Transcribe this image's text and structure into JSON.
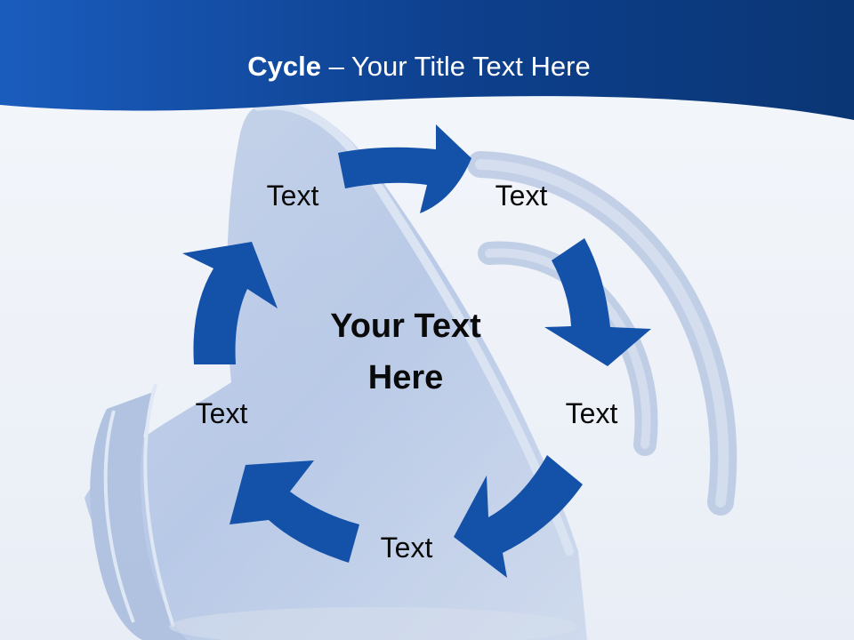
{
  "slide": {
    "title_bold": "Cycle",
    "title_rest": " – Your Title Text Here",
    "center_line1": "Your Text",
    "center_line2": "Here"
  },
  "cycle": {
    "nodes": [
      {
        "id": "top-left",
        "label": "Text"
      },
      {
        "id": "top-right",
        "label": "Text"
      },
      {
        "id": "right",
        "label": "Text"
      },
      {
        "id": "bottom",
        "label": "Text"
      },
      {
        "id": "left",
        "label": "Text"
      }
    ]
  },
  "colors": {
    "arrow": "#1451a8",
    "banner_dark": "#0b3e87",
    "banner_light": "#1e62c2",
    "background": "#eef3f9"
  },
  "icons": [
    "speaker-icon",
    "sound-wave-icon"
  ]
}
